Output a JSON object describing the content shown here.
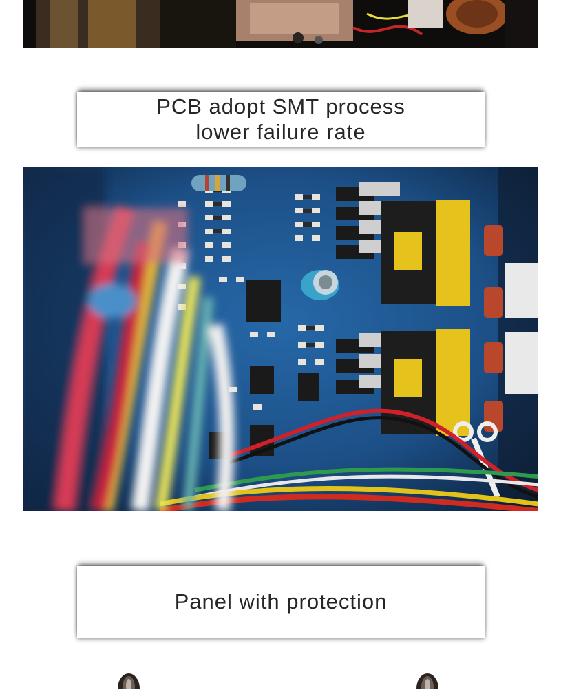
{
  "captions": {
    "pcb": {
      "line1": "PCB adopt SMT process",
      "line2": "lower failure rate"
    },
    "panel": {
      "line1": "Panel with protection"
    }
  },
  "photos": {
    "top": {
      "subject": "welder internals with copper coil and wiring"
    },
    "pcb": {
      "subject": "blue printed circuit board with transformers, capacitor and colored wires"
    }
  },
  "colors": {
    "pcb_blue": "#1c4f86",
    "transformer_yellow": "#e5c21c",
    "caption_text": "#262626",
    "background": "#ffffff"
  }
}
